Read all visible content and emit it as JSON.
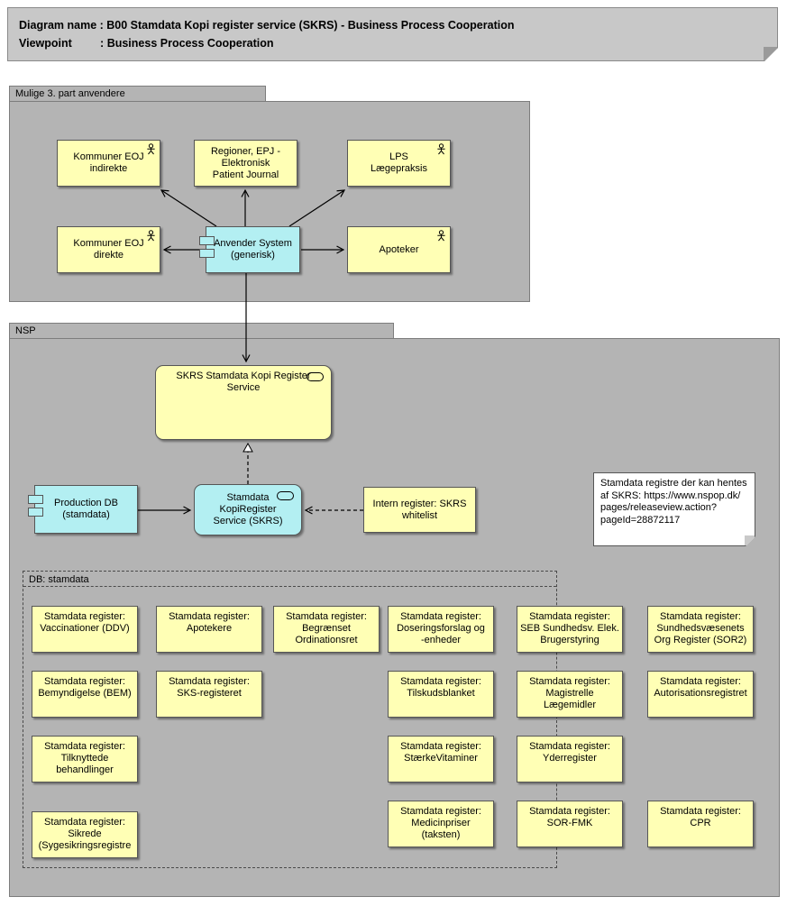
{
  "colors": {
    "business_yellow": "#FFFFB5",
    "application_cyan": "#B3EFF2",
    "group_gray": "#B4B4B4",
    "title_gray": "#C8C8C8",
    "note_white": "#FFFFFF",
    "line_black": "#000000"
  },
  "icons": {
    "actor_icon": "stick-figure",
    "service_icon": "rounded-oval",
    "component_icon": "module-with-two-tabs",
    "folded_corner": "dog-ear-triangle"
  },
  "title_block": {
    "line1": "Diagram name : B00 Stamdata Kopi register service (SKRS) - Business Process Cooperation",
    "line2": "Viewpoint         : Business Process Cooperation"
  },
  "groups": {
    "third_party": {
      "label": "Mulige 3. part anvendere"
    },
    "nsp": {
      "label": "NSP"
    },
    "db_stamdata": {
      "label": "DB: stamdata"
    }
  },
  "nodes": {
    "kommuner_eoj_indirekte": {
      "label": "Kommuner EOJ\nindirekte"
    },
    "regioner_epj": {
      "label": "Regioner, EPJ -\nElektronisk\nPatient Journal"
    },
    "lps_laegepraksis": {
      "label": "LPS\nLægepraksis"
    },
    "kommuner_eoj_direkte": {
      "label": "Kommuner EOJ\ndirekte"
    },
    "anvender_system": {
      "label": "Anvender System\n(generisk)"
    },
    "apoteker": {
      "label": "Apoteker"
    },
    "skrs_stamdata_service": {
      "label": "SKRS Stamdata Kopi Register\nService"
    },
    "production_db": {
      "label": "Production DB\n(stamdata)"
    },
    "stamdata_kopiregister": {
      "label": "Stamdata\nKopiRegister\nService (SKRS)"
    },
    "intern_register_whitelist": {
      "label": "Intern register: SKRS\nwhitelist"
    },
    "note_skrs": {
      "text": "Stamdata registre der kan hentes\naf SKRS: https://www.nspop.dk/\npages/releaseview.action?\npageId=28872117"
    }
  },
  "registers": [
    {
      "label": "Stamdata register:\nVaccinationer (DDV)"
    },
    {
      "label": "Stamdata register:\nApotekere"
    },
    {
      "label": "Stamdata register:\nBegrænset\nOrdinationsret"
    },
    {
      "label": "Stamdata register:\nDoseringsforslag og\n-enheder"
    },
    {
      "label": "Stamdata register:\nSEB Sundhedsv. Elek.\nBrugerstyring"
    },
    {
      "label": "Stamdata register:\nSundhedsvæsenets\nOrg Register (SOR2)"
    },
    {
      "label": "Stamdata register:\nBemyndigelse (BEM)"
    },
    {
      "label": "Stamdata register:\nSKS-registeret"
    },
    {
      "label": "Stamdata register:\nTilskudsblanket"
    },
    {
      "label": "Stamdata register:\nMagistrelle\nLægemidler"
    },
    {
      "label": "Stamdata register:\nAutorisationsregistret"
    },
    {
      "label": "Stamdata register:\nTilknyttede\nbehandlinger"
    },
    {
      "label": "Stamdata register:\nStærkeVitaminer"
    },
    {
      "label": "Stamdata register:\nYderregister"
    },
    {
      "label": "Stamdata register:\nSikrede\n(Sygesikringsregistre"
    },
    {
      "label": "Stamdata register:\nMedicinpriser\n(taksten)"
    },
    {
      "label": "Stamdata register:\nSOR-FMK"
    },
    {
      "label": "Stamdata register:\nCPR"
    }
  ]
}
